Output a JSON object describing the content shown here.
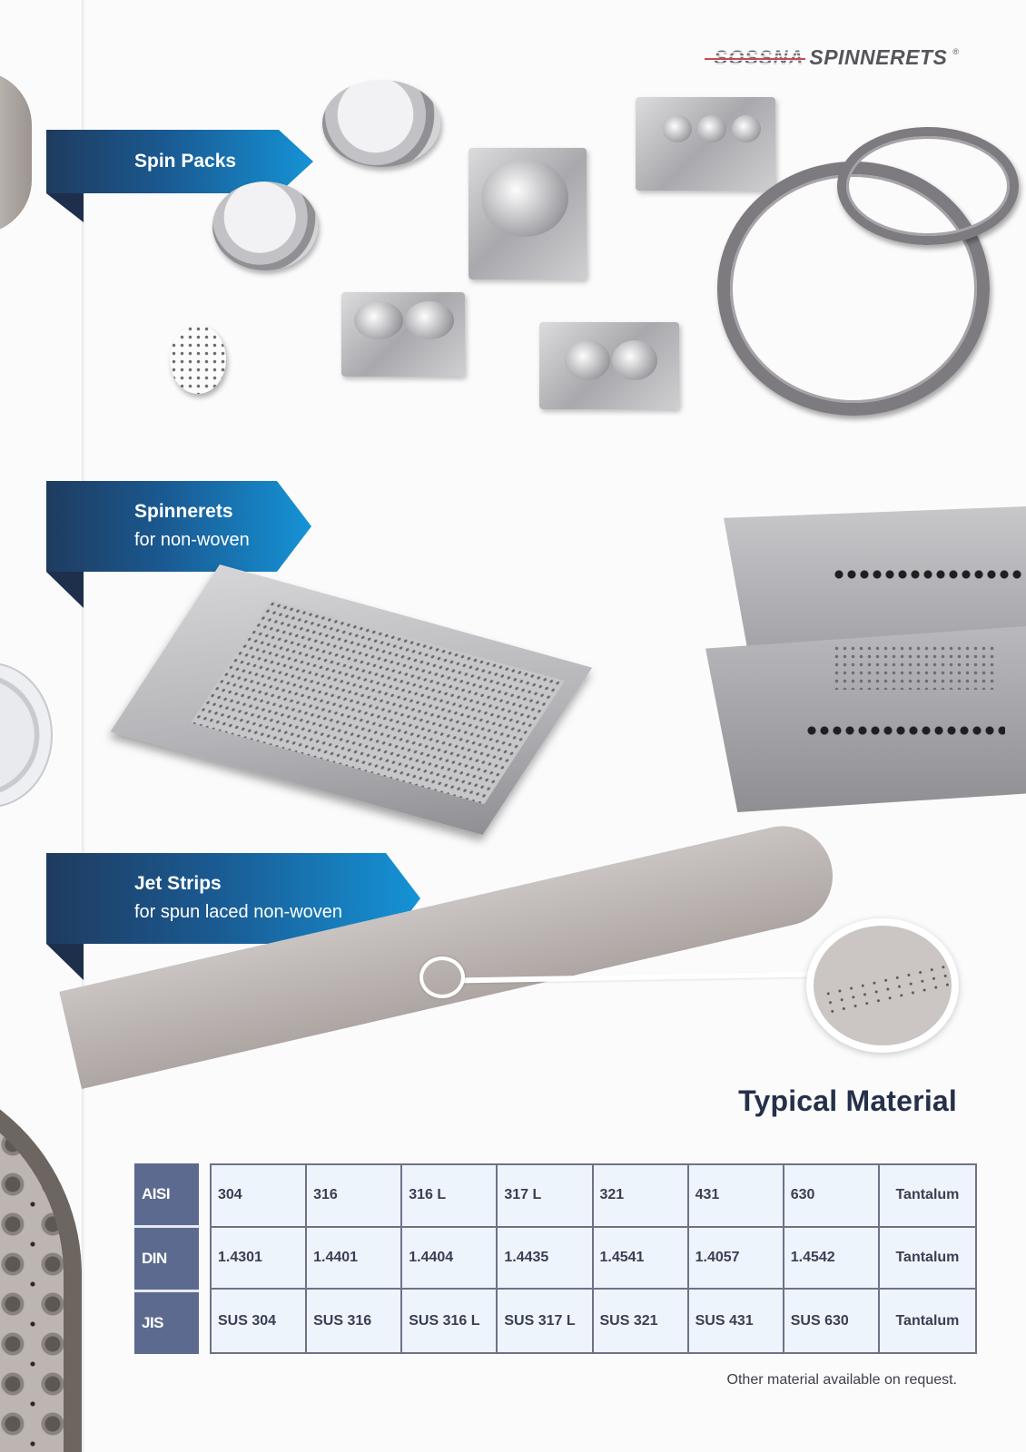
{
  "brand": {
    "struck_name": "SOSSNA",
    "name": "SPINNERETS",
    "registered_mark": "®"
  },
  "sections": [
    {
      "title": "Spin Packs",
      "subtitle": ""
    },
    {
      "title": "Spinnerets",
      "subtitle": "for non-woven"
    },
    {
      "title": "Jet Strips",
      "subtitle": "for spun laced non-woven"
    }
  ],
  "materials": {
    "title": "Typical Material",
    "row_headers": [
      "AISI",
      "DIN",
      "JIS"
    ],
    "rows": [
      [
        "304",
        "316",
        "316 L",
        "317 L",
        "321",
        "431",
        "630",
        "Tantalum"
      ],
      [
        "1.4301",
        "1.4401",
        "1.4404",
        "1.4435",
        "1.4541",
        "1.4057",
        "1.4542",
        "Tantalum"
      ],
      [
        "SUS 304",
        "SUS 316",
        "SUS 316 L",
        "SUS 317 L",
        "SUS 321",
        "SUS 431",
        "SUS 630",
        "Tantalum"
      ]
    ],
    "note": "Other material available on request."
  },
  "colors": {
    "ribbon_dark": "#1f3b5f",
    "ribbon_light": "#1593d6",
    "table_header": "#5b6a8e",
    "title_text": "#25304a"
  }
}
